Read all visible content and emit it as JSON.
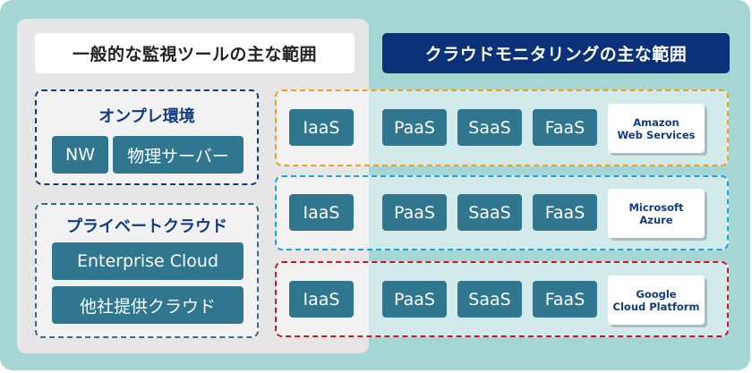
{
  "headers": {
    "general_tools_scope": "一般的な監視ツールの主な範囲",
    "cloud_monitoring_scope": "クラウドモニタリングの主な範囲"
  },
  "environments": {
    "onprem": {
      "title": "オンプレ環境",
      "items": [
        "NW",
        "物理サーバー"
      ]
    },
    "private_cloud": {
      "title": "プライベートクラウド",
      "items": [
        "Enterprise Cloud",
        "他社提供クラウド"
      ]
    }
  },
  "clouds": [
    {
      "provider_line1": "Amazon",
      "provider_line2": "Web Services",
      "services": [
        "IaaS",
        "PaaS",
        "SaaS",
        "FaaS"
      ],
      "border_color": "#ef9e1f"
    },
    {
      "provider_line1": "Microsoft",
      "provider_line2": "Azure",
      "services": [
        "IaaS",
        "PaaS",
        "SaaS",
        "FaaS"
      ],
      "border_color": "#1ba2e0"
    },
    {
      "provider_line1": "Google",
      "provider_line2": "Cloud Platform",
      "services": [
        "IaaS",
        "PaaS",
        "SaaS",
        "FaaS"
      ],
      "border_color": "#c8172b"
    }
  ],
  "colors": {
    "background_teal": "#a5d6d3",
    "panel_gray": "#e6e6e6",
    "navy": "#0b3278",
    "chip_teal": "#30768f"
  }
}
